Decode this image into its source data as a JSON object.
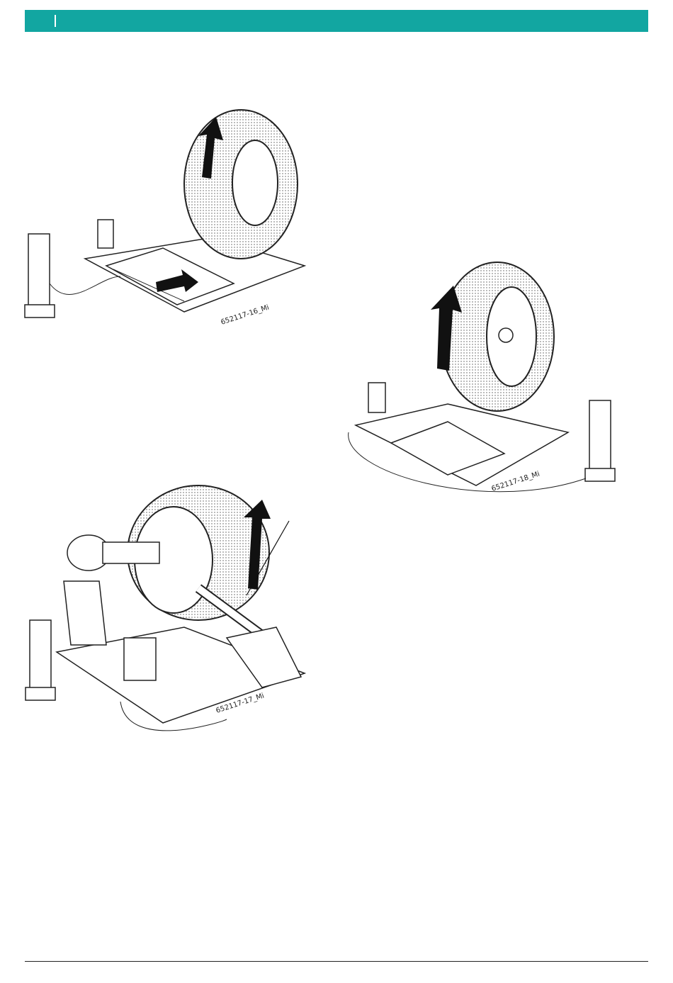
{
  "header": {
    "accent_color": "#12a6a1"
  },
  "figures": [
    {
      "code": "652117-16_Mi",
      "subject": "truck-tyre-on-changer"
    },
    {
      "code": "652117-18_Mi",
      "subject": "agricultural-tyre-on-changer"
    },
    {
      "code": "652117-17_Mi",
      "subject": "tyre-bead-release-tool"
    }
  ]
}
